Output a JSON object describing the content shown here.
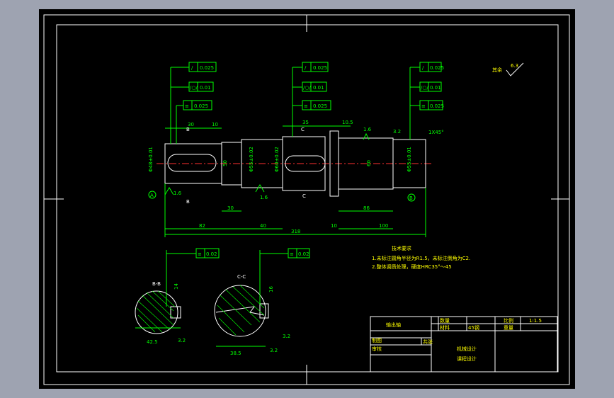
{
  "drawing": {
    "roughness": {
      "label": "其余",
      "value": "6.3"
    },
    "tolerance_frames": [
      {
        "id": "left-runout",
        "symbol": "/",
        "value": "0.025"
      },
      {
        "id": "left-cyl",
        "symbol": "/○/",
        "value": "0.01"
      },
      {
        "id": "left-sym",
        "symbol": "≡",
        "value": "0.025"
      },
      {
        "id": "mid-runout",
        "symbol": "/",
        "value": "0.025"
      },
      {
        "id": "mid-cyl",
        "symbol": "/○/",
        "value": "0.01"
      },
      {
        "id": "mid-sym",
        "symbol": "≡",
        "value": "0.025"
      },
      {
        "id": "right-runout",
        "symbol": "/",
        "value": "0.025"
      },
      {
        "id": "right-cyl",
        "symbol": "/○/",
        "value": "0.01"
      },
      {
        "id": "right-sym",
        "symbol": "≡",
        "value": "0.025"
      },
      {
        "id": "sec1-sym",
        "symbol": "≡",
        "value": "0.02"
      },
      {
        "id": "sec2-sym",
        "symbol": "≡",
        "value": "0.02"
      }
    ],
    "dimensions": {
      "d1": "30",
      "d2": "10",
      "d3": "35",
      "d4": "10.5",
      "d5": "1X45°",
      "d6": "82",
      "d7": "40",
      "d8": "10",
      "d9": "100",
      "d10": "318",
      "d11": "30",
      "d12": "86",
      "dia1": "Φ48±0.01",
      "dia2": "50",
      "dia3": "Φ55±0.02",
      "dia4": "Φ60±0.02",
      "dia5": "60",
      "dia6": "Φ55±0.01",
      "r1": "1.6",
      "r2": "1.6",
      "r3": "1.6",
      "r4": "3.2",
      "r5": "3.2",
      "datumA": "A",
      "datumB": "B",
      "label_b1": "B",
      "label_b2": "B",
      "label_c": "C",
      "label_c2": "C"
    },
    "sections": {
      "s1_label": "B-B",
      "s1_dim": "42.5",
      "s1_width": "14",
      "s2_label": "C-C",
      "s2_dim": "38.5",
      "s2_width": "16",
      "s1_r": "3.2",
      "s2_r": "3.2",
      "s2_r2": "3.2"
    },
    "notes": {
      "title": "技术要求",
      "line1": "1.未标注圆角半径为R1.5，未标注倒角为C2.",
      "line2": "2.整体调质处理，硬度HRC35°～45"
    },
    "title_block": {
      "part_name": "输出轴",
      "material_label": "材料",
      "material_value": "45钢",
      "scale_label": "比例",
      "scale_value": "1:1.5",
      "qty_label": "数量",
      "weight_label": "重量",
      "drawn_label": "制图",
      "check_label": "审核",
      "sheet_label": "共张",
      "unit_line1": "机械设计",
      "unit_line2": "课程设计"
    }
  }
}
